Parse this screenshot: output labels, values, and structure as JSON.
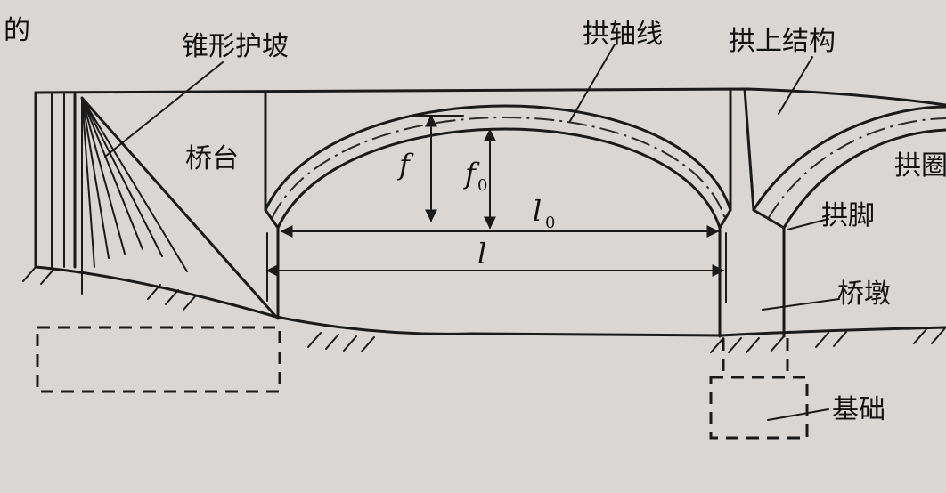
{
  "labels": {
    "cone_slope": "锥形护坡",
    "arch_axis": "拱轴线",
    "superstructure": "拱上结构",
    "abutment": "桥台",
    "arch_partial": "拱圈",
    "springing": "拱脚",
    "pier": "桥墩",
    "foundation": "基础",
    "edge_char": "的"
  },
  "symbols": {
    "rise": "f",
    "net_rise": "f",
    "net_rise_sub": "0",
    "net_span": "l",
    "net_span_sub": "0",
    "span": "l"
  }
}
